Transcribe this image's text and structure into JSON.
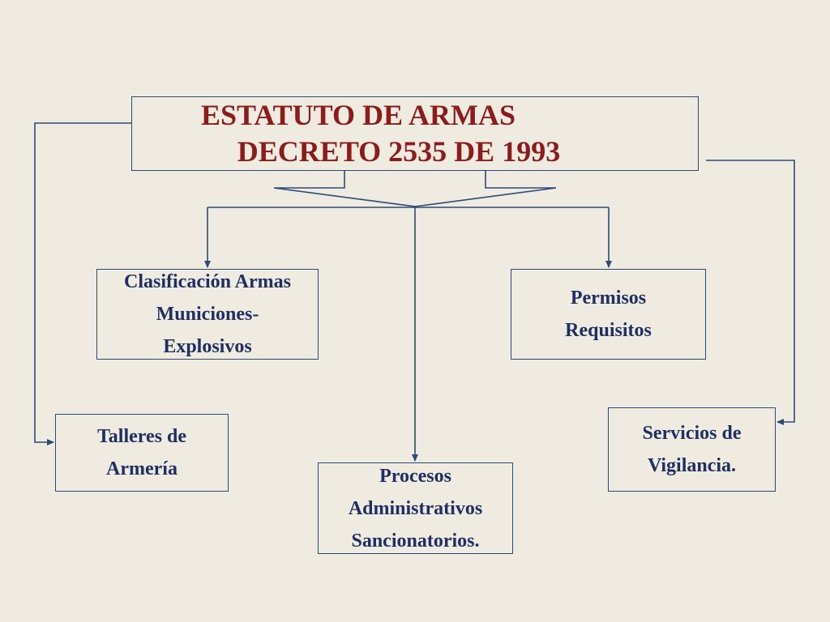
{
  "title": {
    "line1": "ESTATUTO DE ARMAS",
    "line2": "DECRETO 2535 DE 1993"
  },
  "nodes": {
    "clasificacion": [
      "Clasificación  Armas",
      "Municiones-",
      "Explosivos"
    ],
    "permisos": [
      "Permisos",
      "Requisitos"
    ],
    "talleres": [
      "Talleres de",
      "Armería"
    ],
    "procesos": [
      "Procesos",
      "Administrativos",
      "Sancionatorios."
    ],
    "servicios": [
      "Servicios de",
      "Vigilancia."
    ]
  },
  "colors": {
    "background": "#efebe0",
    "title_text": "#8c1c1c",
    "node_text": "#1f2f63",
    "lines": "#2a4a78"
  }
}
